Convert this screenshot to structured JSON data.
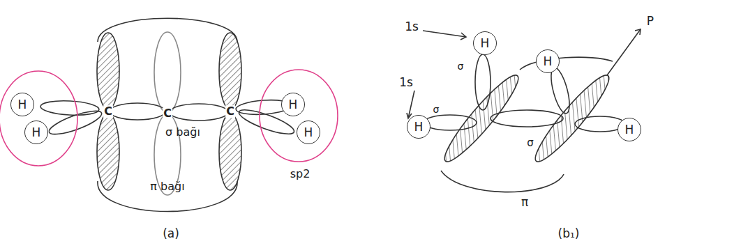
{
  "diagram": {
    "nodes": [
      {
        "text": [
          "H"
        ]
      },
      {
        "text": [
          "H"
        ]
      },
      {
        "text": [
          "H"
        ]
      },
      {
        "text": [
          "H"
        ]
      },
      {
        "text": [
          "H"
        ]
      },
      {
        "text": [
          "H"
        ]
      },
      {
        "text": [
          "H"
        ]
      },
      {
        "text": [
          "H"
        ]
      }
    ],
    "labels": [
      "C",
      "C",
      "C",
      "σ bağı",
      "π bağı",
      "sp2",
      "1s",
      "1s",
      "σ",
      "σ",
      "σ",
      "P",
      "π",
      "(a)",
      "(b₁)"
    ]
  }
}
